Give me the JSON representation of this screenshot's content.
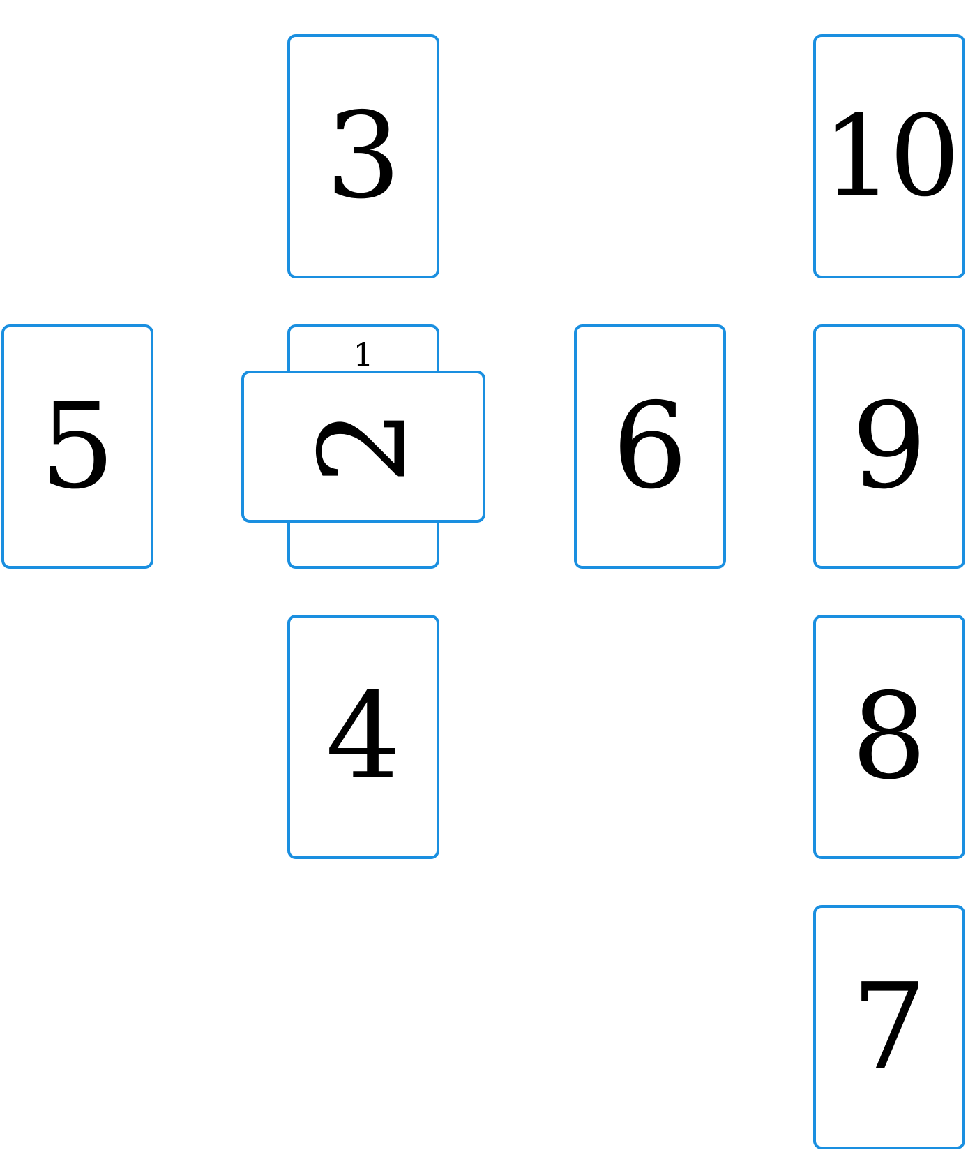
{
  "spread": {
    "cards": {
      "c1": {
        "label": "1"
      },
      "c2": {
        "label": "2"
      },
      "c3": {
        "label": "3"
      },
      "c4": {
        "label": "4"
      },
      "c5": {
        "label": "5"
      },
      "c6": {
        "label": "6"
      },
      "c7": {
        "label": "7"
      },
      "c8": {
        "label": "8"
      },
      "c9": {
        "label": "9"
      },
      "c10": {
        "label": "10"
      }
    },
    "colors": {
      "card_border": "#1a8fe0",
      "card_fill": "#ffffff",
      "number_text": "#000000",
      "background": "#ffffff"
    }
  }
}
